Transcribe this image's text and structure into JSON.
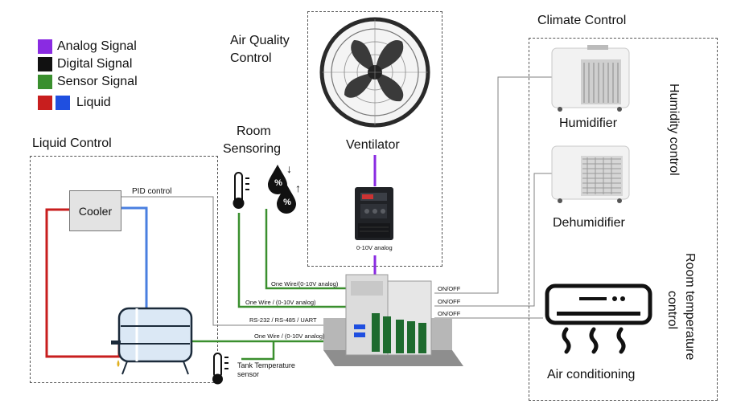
{
  "colors": {
    "analog": "#8a2be2",
    "digital": "#111111",
    "sensor": "#3a8f2e",
    "liquid_hot": "#c81e1e",
    "liquid_cold": "#1f4fe0",
    "wire": "#808080"
  },
  "legend": {
    "analog": "Analog Signal",
    "digital": "Digital Signal",
    "sensor": "Sensor Signal",
    "liquid": "Liquid"
  },
  "sections": {
    "liquid_control": "Liquid Control",
    "air_quality_line1": "Air Quality",
    "air_quality_line2": "Control",
    "room_sensoring_line1": "Room",
    "room_sensoring_line2": "Sensoring",
    "climate_control": "Climate Control",
    "humidity_control": "Humidity control",
    "room_temperature_line1": "Room temperature",
    "room_temperature_line2": "control"
  },
  "devices": {
    "cooler": "Cooler",
    "ventilator": "Ventilator",
    "vfd_label": "0-10V analog",
    "humidifier": "Humidifier",
    "dehumidifier": "Dehumidifier",
    "air_conditioning": "Air conditioning",
    "tank_sensor_line1": "Tank Temperature",
    "tank_sensor_line2": "sensor"
  },
  "connections": {
    "pid": "PID control",
    "one_wire_1": "One Wire/(0-10V analog)",
    "one_wire_2": "One Wire / (0-10V analog)",
    "rs": "RS-232 / RS-485 / UART",
    "one_wire_3": "One Wire / (0-10V analog)",
    "onoff_1": "ON/OFF",
    "onoff_2": "ON/OFF",
    "onoff_3": "ON/OFF"
  },
  "icons": {
    "percent": "%",
    "down": "↓",
    "up": "↑"
  }
}
